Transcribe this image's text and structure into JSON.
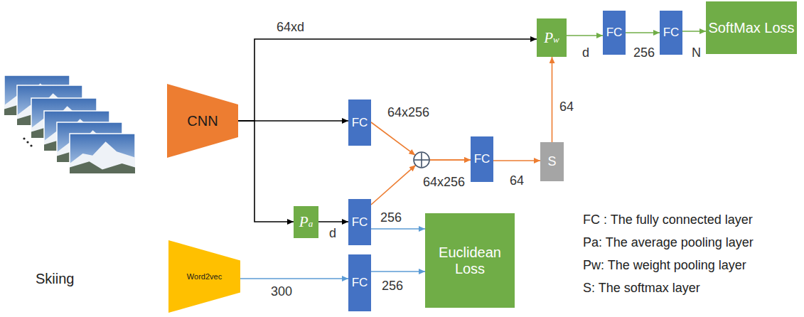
{
  "diagram": {
    "nodes": [
      {
        "text": [
          "CNN"
        ]
      },
      {
        "text": [
          "Word2vec"
        ]
      },
      {
        "text": [
          "Pw"
        ]
      },
      {
        "text": [
          "FC"
        ]
      },
      {
        "text": [
          "FC"
        ]
      },
      {
        "text": [
          "SoftMax Loss"
        ]
      },
      {
        "text": [
          "FC"
        ]
      },
      {
        "text": [
          "FC"
        ]
      },
      {
        "text": [
          "S"
        ]
      },
      {
        "text": [
          "Pa"
        ]
      },
      {
        "text": [
          "FC"
        ]
      },
      {
        "text": [
          "Euclidean Loss"
        ]
      },
      {
        "text": [
          "FC"
        ]
      }
    ],
    "edges": [
      {
        "from": 0,
        "to": 2,
        "arrow": "to",
        "label": "64xd"
      },
      {
        "from": 0,
        "to": 6,
        "arrow": "to"
      },
      {
        "from": 0,
        "to": 9,
        "arrow": "to"
      },
      {
        "from": 9,
        "to": 10,
        "arrow": "to",
        "label": "d"
      },
      {
        "from": 6,
        "to": 7,
        "arrow": "to",
        "label": "64x256"
      },
      {
        "from": 10,
        "to": 7,
        "arrow": "to",
        "label": "64x256"
      },
      {
        "from": 10,
        "to": 11,
        "arrow": "to",
        "label": "256"
      },
      {
        "from": 1,
        "to": 12,
        "arrow": "to",
        "label": "300"
      },
      {
        "from": 12,
        "to": 11,
        "arrow": "to",
        "label": "256"
      },
      {
        "from": 7,
        "to": 8,
        "arrow": "to",
        "label": "64"
      },
      {
        "from": 8,
        "to": 2,
        "arrow": "to",
        "label": "64"
      },
      {
        "from": 2,
        "to": 3,
        "arrow": "to",
        "label": "d"
      },
      {
        "from": 3,
        "to": 4,
        "arrow": "to",
        "label": "256"
      },
      {
        "from": 4,
        "to": 5,
        "arrow": "to",
        "label": "N"
      }
    ],
    "labels": [
      "Skiing",
      "FC : The fully connected layer",
      "Pa: The average pooling layer",
      "Pw: The weight pooling layer",
      "S: The softmax layer"
    ]
  }
}
